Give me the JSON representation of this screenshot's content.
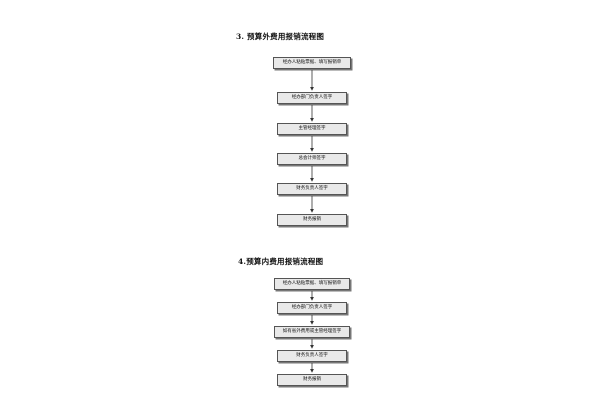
{
  "flow3": {
    "title": "3. 预算外费用报销流程图",
    "steps": [
      "经办人粘贴票据、填写报销单",
      "经办部门负责人签字",
      "主管经理签字",
      "总会计师签字",
      "财务负责人签字",
      "财务报销"
    ]
  },
  "flow4": {
    "title": "4.预算内费用报销流程图",
    "steps": [
      "经办人粘贴票据、填写报销单",
      "经办部门负责人签字",
      "如有省外费用或主管经理签字",
      "财务负责人签字",
      "财务报销"
    ]
  }
}
